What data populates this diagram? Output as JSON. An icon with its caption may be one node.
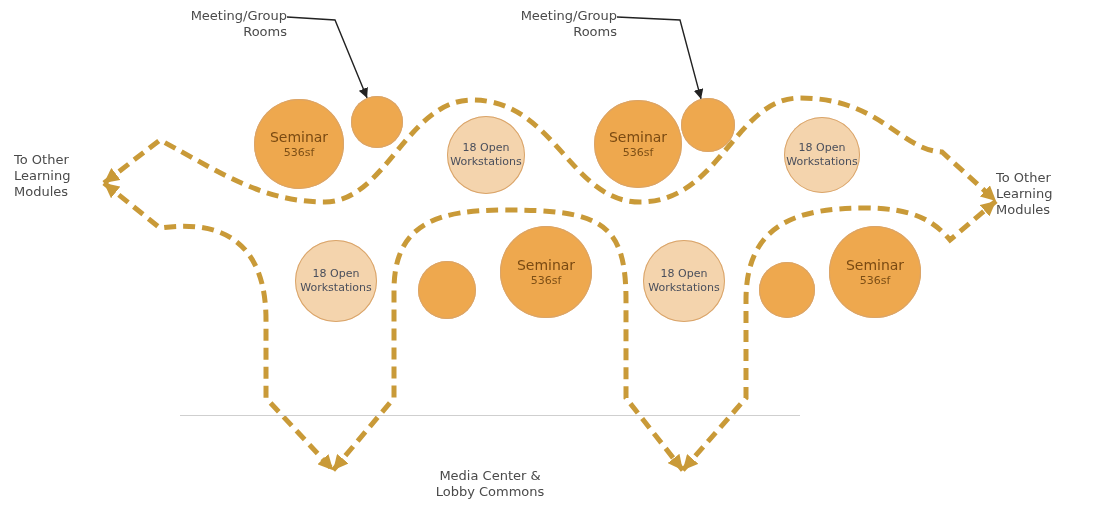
{
  "diagram": {
    "nodes": [
      {
        "text": [
          "Meeting/Group Rooms"
        ]
      },
      {
        "text": [
          "Meeting/Group Rooms"
        ]
      },
      {
        "text": [
          "To Other Learning Modules"
        ]
      },
      {
        "text": [
          "Seminar",
          "536sf"
        ]
      },
      {
        "text": [],
        "shape": "circle"
      },
      {
        "text": [
          "18 Open Workstations"
        ]
      },
      {
        "text": [
          "Seminar",
          "536sf"
        ]
      },
      {
        "text": [],
        "shape": "circle"
      },
      {
        "text": [
          "18 Open Workstations"
        ]
      },
      {
        "text": [
          "To Other Learning Modules"
        ]
      },
      {
        "text": [
          "18 Open Workstations"
        ]
      },
      {
        "text": [],
        "shape": "circle"
      },
      {
        "text": [
          "Seminar",
          "536sf"
        ]
      },
      {
        "text": [
          "18 Open Workstations"
        ]
      },
      {
        "text": [],
        "shape": "circle"
      },
      {
        "text": [
          "Seminar",
          "536sf"
        ]
      },
      {
        "text": [
          "Media Center & Lobby Commons"
        ]
      }
    ],
    "edges": [
      {
        "from": 2,
        "to": 9,
        "arrow": "both",
        "style": "dashed"
      },
      {
        "from": 2,
        "to": 16,
        "arrow": "both",
        "style": "dashed"
      },
      {
        "from": 16,
        "to": 16,
        "arrow": "both",
        "style": "dashed"
      },
      {
        "from": 16,
        "to": 9,
        "arrow": "both",
        "style": "dashed"
      },
      {
        "from": 0,
        "to": 4,
        "arrow": "to",
        "color": "#222222"
      },
      {
        "from": 1,
        "to": 7,
        "arrow": "to",
        "color": "#222222"
      }
    ]
  }
}
